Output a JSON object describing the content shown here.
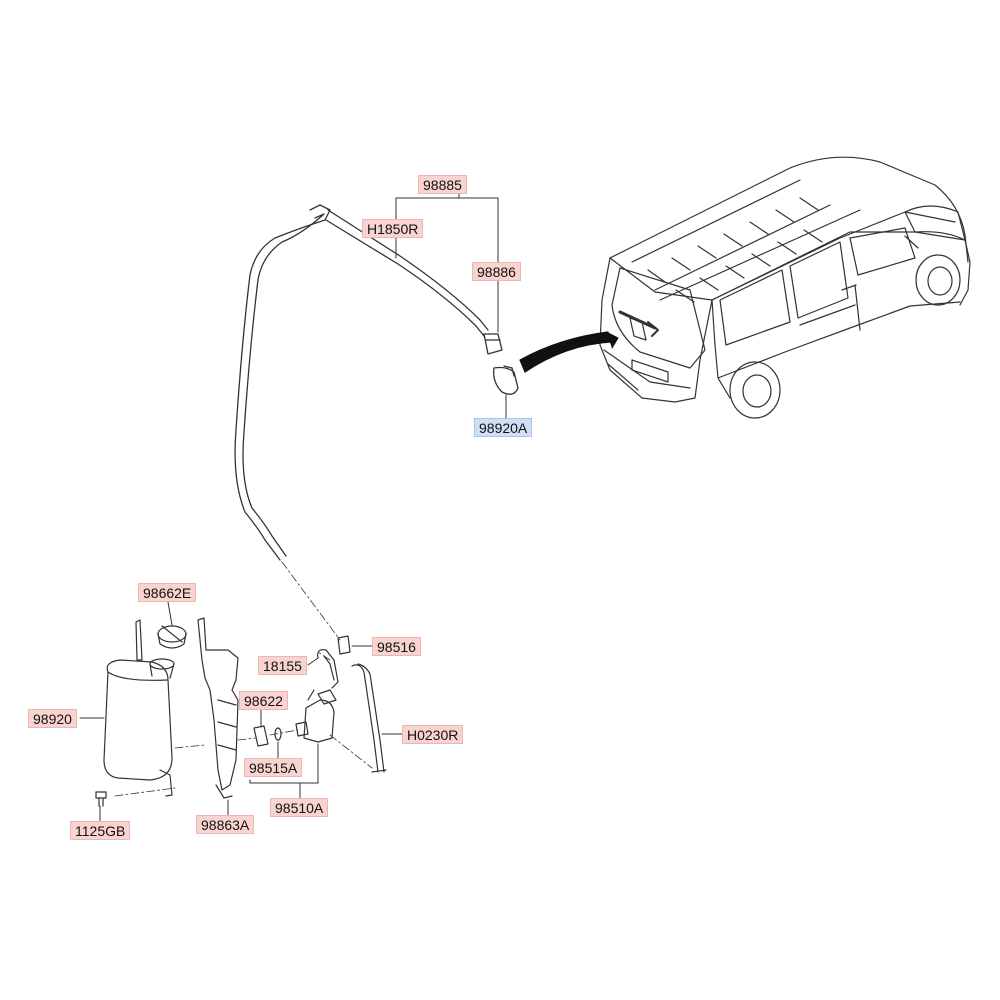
{
  "parts": {
    "p98885": "98885",
    "pH1850R": "H1850R",
    "p98886": "98886",
    "p98920A": "98920A",
    "p98662E": "98662E",
    "p98516": "98516",
    "p18155": "18155",
    "p98622": "98622",
    "p98920": "98920",
    "pH0230R": "H0230R",
    "p98515A": "98515A",
    "p98510A": "98510A",
    "p1125GB": "1125GB",
    "p98863A": "98863A"
  },
  "colors": {
    "label_default": "#f9d3d0",
    "label_highlight": "#cfe0f6",
    "line": "#333333"
  }
}
